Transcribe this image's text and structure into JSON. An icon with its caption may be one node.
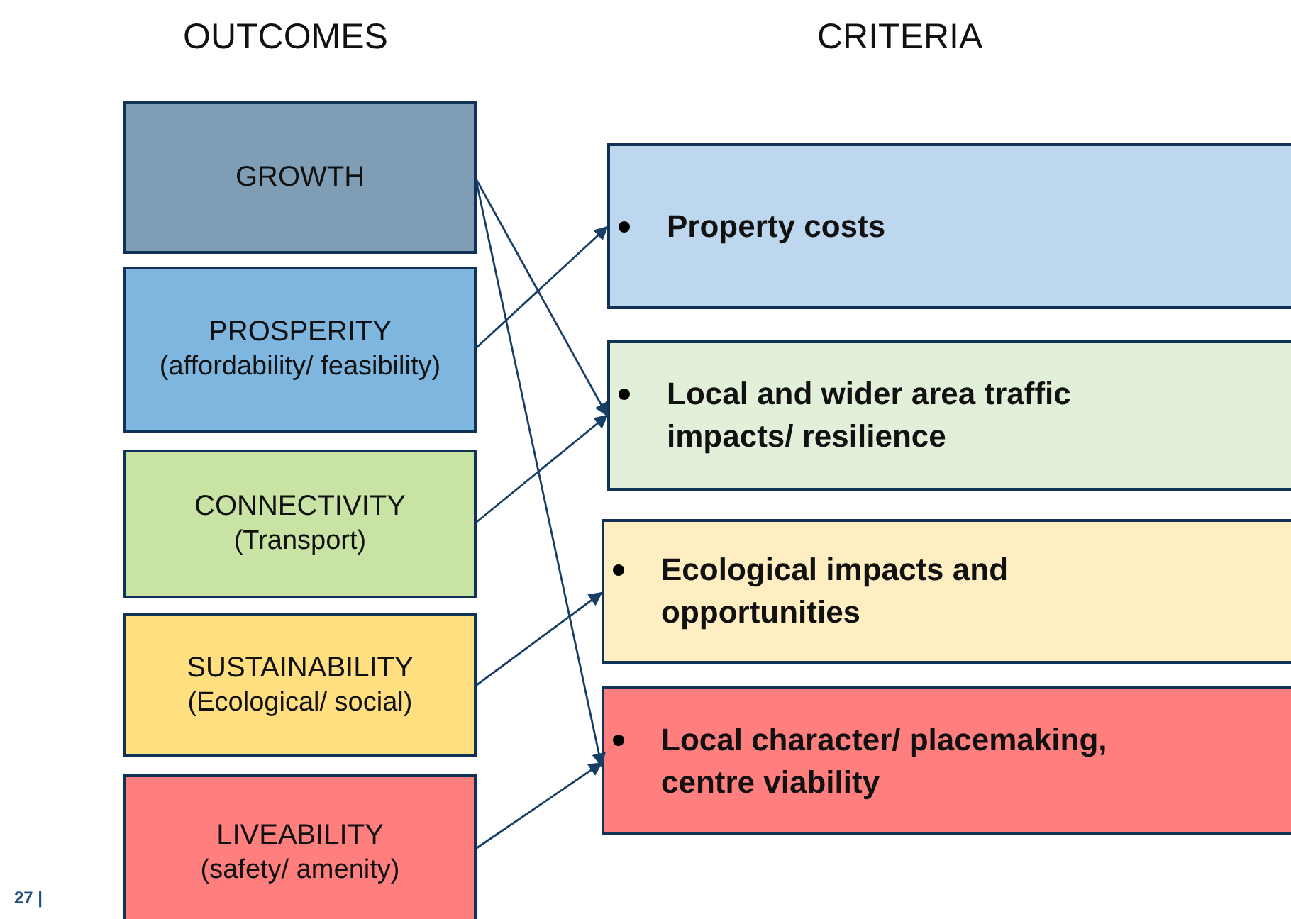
{
  "diagram": {
    "nodes": [
      {
        "text": [
          "GROWTH"
        ]
      },
      {
        "text": [
          "PROSPERITY",
          "(affordability/ feasibility)"
        ]
      },
      {
        "text": [
          "CONNECTIVITY",
          "(Transport)"
        ]
      },
      {
        "text": [
          "SUSTAINABILITY",
          "(Ecological/ social)"
        ]
      },
      {
        "text": [
          "LIVEABILITY",
          "(safety/ amenity)"
        ]
      },
      {
        "text": [
          "Property costs"
        ]
      },
      {
        "text": [
          "Local and wider area traffic impacts/ resilience"
        ]
      },
      {
        "text": [
          "Ecological impacts and opportunities"
        ]
      },
      {
        "text": [
          "Local character/ placemaking, centre viability"
        ]
      }
    ],
    "edges": [
      {
        "from": 0,
        "to": 6,
        "arrow": "to"
      },
      {
        "from": 0,
        "to": 8,
        "arrow": "to"
      },
      {
        "from": 1,
        "to": 5,
        "arrow": "to"
      },
      {
        "from": 2,
        "to": 6,
        "arrow": "to"
      },
      {
        "from": 3,
        "to": 7,
        "arrow": "to"
      },
      {
        "from": 4,
        "to": 8,
        "arrow": "to"
      }
    ],
    "labels": [
      "OUTCOMES",
      "CRITERIA",
      "27 |"
    ]
  }
}
